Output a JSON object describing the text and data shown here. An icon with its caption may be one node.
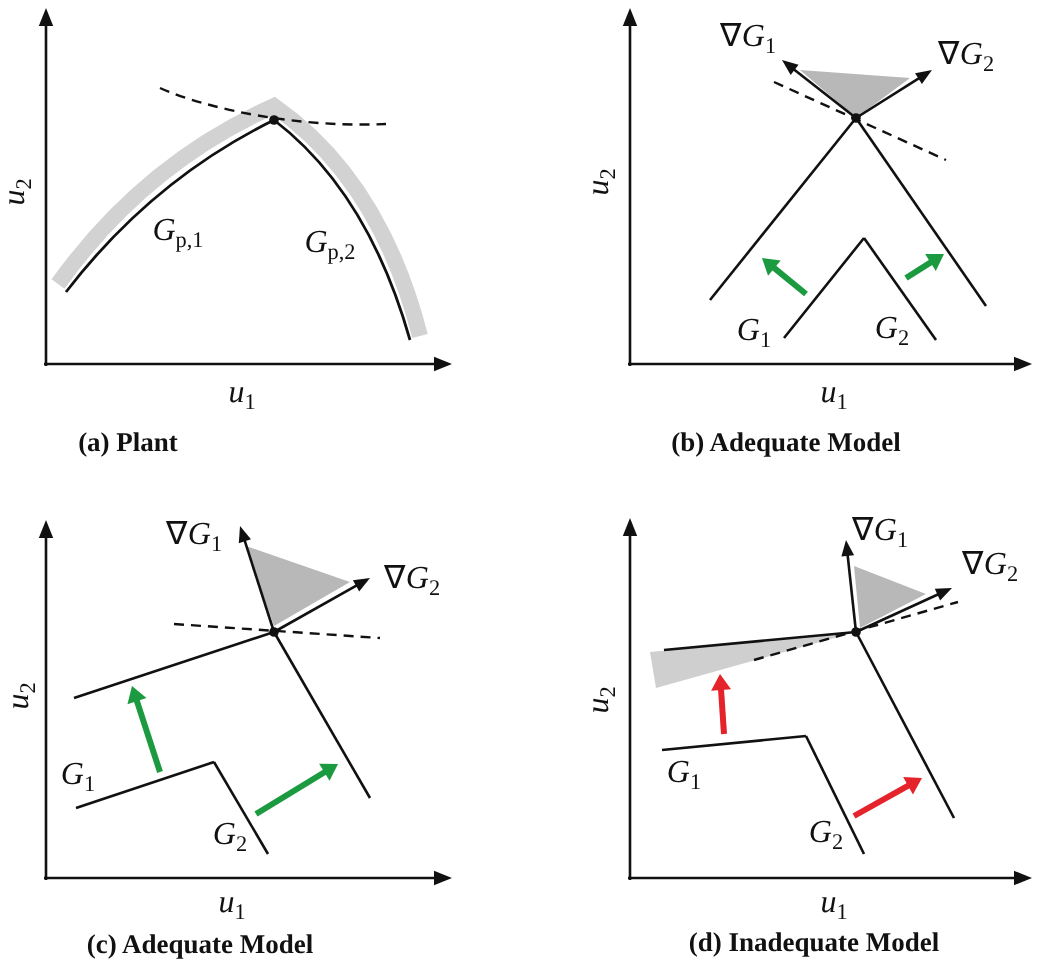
{
  "diagram": {
    "labels": [
      "*u*$_{2}$",
      "*G*$_{p,1}$",
      "*G*$_{p,2}$",
      "*u*$_{1}$",
      "(a) Plant",
      "∇*G*$_{1}$",
      "∇*G*$_{2}$",
      "*u*$_{2}$",
      "*G*$_{1}$",
      "*G*$_{2}$",
      "*u*$_{1}$",
      "(b) Adequate Model",
      "∇*G*$_{1}$",
      "∇*G*$_{2}$",
      "*u*$_{2}$",
      "*G*$_{1}$",
      "*G*$_{2}$",
      "*u*$_{1}$",
      "(c) Adequate Model",
      "∇*G*$_{1}$",
      "∇*G*$_{2}$",
      "*u*$_{2}$",
      "*G*$_{1}$",
      "*G*$_{2}$",
      "*u*$_{1}$",
      "(d) Inadequate Model"
    ]
  }
}
